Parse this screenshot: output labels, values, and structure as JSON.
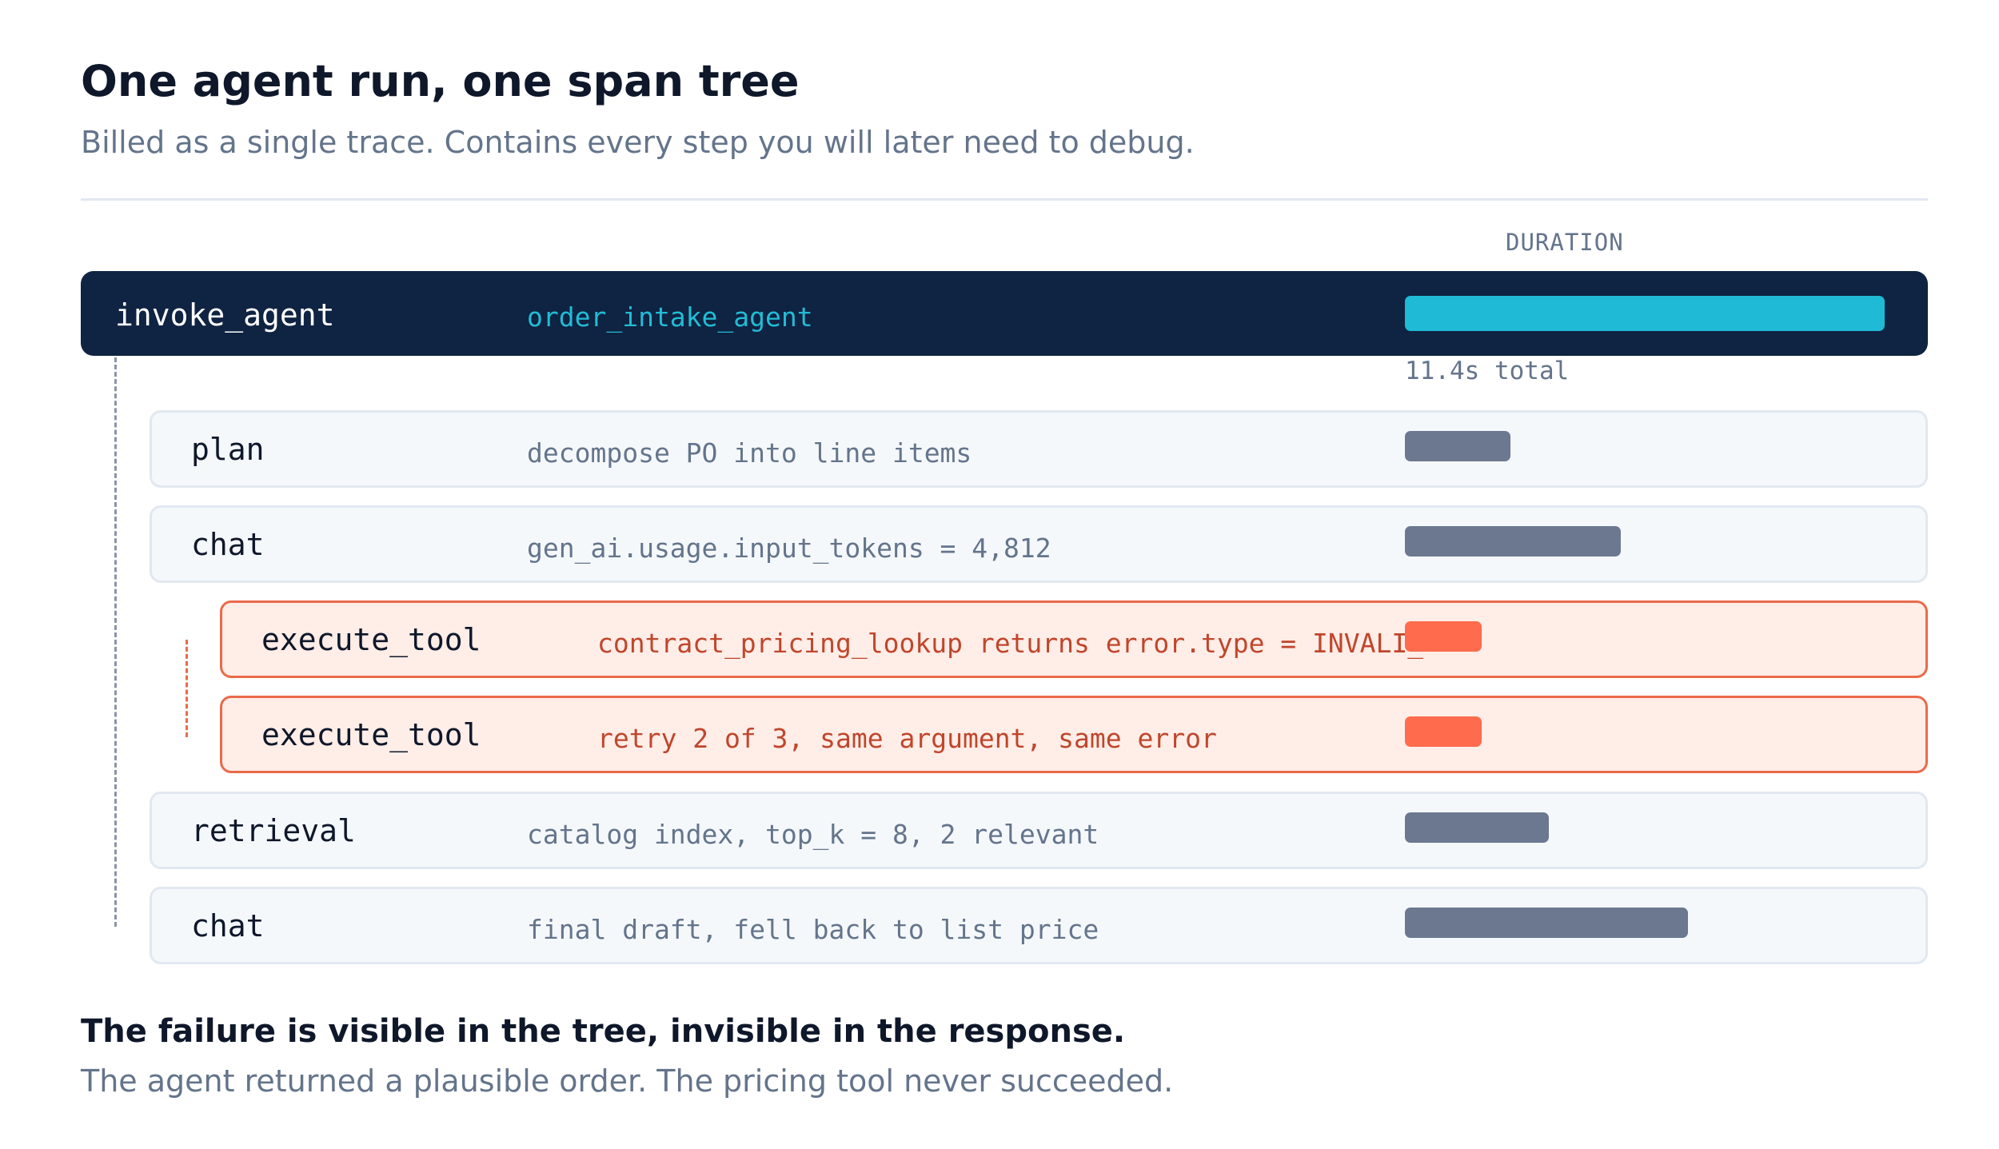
{
  "header": {
    "title": "One agent run, one span tree",
    "subtitle": "Billed as a single trace. Contains every step you will later need to debug."
  },
  "duration_header": "DURATION",
  "root_span": {
    "name": "invoke_agent",
    "detail": "order_intake_agent",
    "total_label": "11.4s total",
    "duration_fraction": 1.0,
    "bar_color": "#1fbad5"
  },
  "spans": [
    {
      "name": "plan",
      "detail": "decompose PO into line items",
      "depth": 1,
      "status": "ok",
      "duration_fraction": 0.22
    },
    {
      "name": "chat",
      "detail": "gen_ai.usage.input_tokens = 4,812",
      "depth": 1,
      "status": "ok",
      "duration_fraction": 0.45
    },
    {
      "name": "execute_tool",
      "detail": "contract_pricing_lookup returns error.type = INVALI_",
      "depth": 2,
      "status": "error",
      "duration_fraction": 0.16
    },
    {
      "name": "execute_tool",
      "detail": "retry 2 of 3, same argument, same error",
      "depth": 2,
      "status": "error",
      "duration_fraction": 0.16
    },
    {
      "name": "retrieval",
      "detail": "catalog index, top_k = 8, 2 relevant",
      "depth": 1,
      "status": "ok",
      "duration_fraction": 0.3
    },
    {
      "name": "chat",
      "detail": "final draft, fell back to list price",
      "depth": 1,
      "status": "ok",
      "duration_fraction": 0.59
    }
  ],
  "colors": {
    "root_bg": "#0f2342",
    "ok_bar": "#6b7890",
    "error_bar": "#fe6b4d",
    "error_border": "#ea6a4a",
    "error_text": "#c0462c"
  },
  "footer": {
    "title": "The failure is visible in the tree, invisible in the response.",
    "subtitle": "The agent returned a plausible order. The pricing tool never succeeded."
  }
}
